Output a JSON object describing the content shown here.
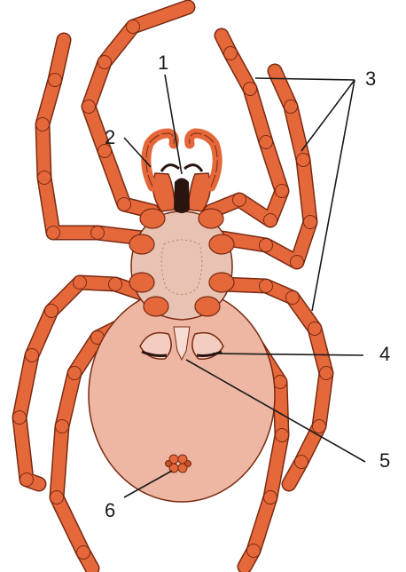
{
  "diagram": {
    "subject": "spider-ventral-view",
    "colors": {
      "leg": "#E5683B",
      "leg_stroke": "#7a2a12",
      "abdomen": "#EDB7A3",
      "cephalothorax": "#E8C2B2",
      "dark": "#2a1410",
      "leader_line": "#1a1a1a"
    },
    "callouts": [
      {
        "id": "1",
        "text": "1"
      },
      {
        "id": "2",
        "text": "2"
      },
      {
        "id": "3",
        "text": "3"
      },
      {
        "id": "4",
        "text": "4"
      },
      {
        "id": "5",
        "text": "5"
      },
      {
        "id": "6",
        "text": "6"
      }
    ]
  }
}
